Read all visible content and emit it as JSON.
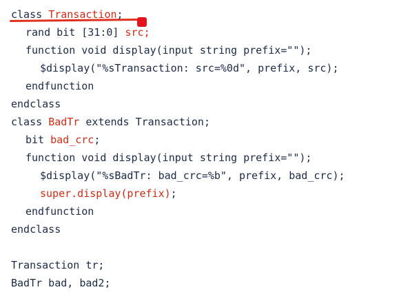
{
  "code": {
    "l1": {
      "a": "class ",
      "b": "Transaction",
      "c": ";"
    },
    "l2": {
      "a": "rand bit [31:0] ",
      "b": "src;"
    },
    "l3": {
      "a": "function void display(input string prefix=\"\");"
    },
    "l4": {
      "a": "$display(\"%sTransaction: src=%0d\", prefix, src);"
    },
    "l5": {
      "a": "endfunction"
    },
    "l6": {
      "a": "endclass"
    },
    "l7": {
      "a": "class ",
      "b": "BadTr",
      "c": " extends Transaction;"
    },
    "l8": {
      "a": "bit ",
      "b": "bad_crc",
      "c": ";"
    },
    "l9": {
      "a": "function void display(input string prefix=\"\");"
    },
    "l10": {
      "a": "$display(\"%sBadTr: bad_crc=%b\", prefix, bad_crc);"
    },
    "l11": {
      "a": "super.display(prefix)",
      "b": ";"
    },
    "l12": {
      "a": "endfunction"
    },
    "l13": {
      "a": "endclass"
    },
    "l15": {
      "a": "Transaction tr;"
    },
    "l16": {
      "a": "BadTr bad, bad2;"
    }
  },
  "colors": {
    "text": "#1b2a4a",
    "highlight": "#d42a14",
    "annotation": "#e5141c"
  }
}
